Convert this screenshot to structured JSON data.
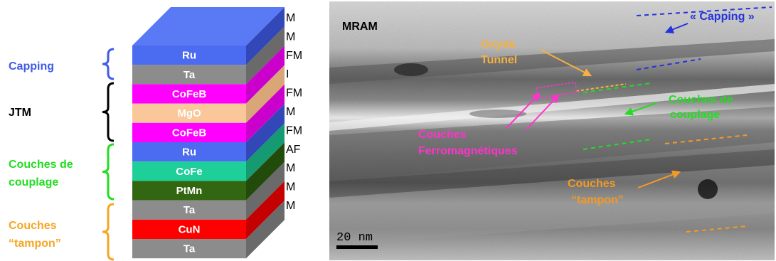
{
  "left_diagram": {
    "group_labels": [
      {
        "lines": [
          "Capping"
        ],
        "color": "#3f5be6"
      },
      {
        "lines": [
          "JTM"
        ],
        "color": "#000000"
      },
      {
        "lines": [
          "Couches de",
          "couplage"
        ],
        "color": "#22dd22"
      },
      {
        "lines": [
          "Couches",
          "“tampon”"
        ],
        "color": "#f5a623"
      }
    ],
    "layers": [
      {
        "label": "Ru",
        "front": "#4b6bf0",
        "side": "#3348b8",
        "magnetism": "M"
      },
      {
        "label": "Ta",
        "front": "#8c8c8c",
        "side": "#6a6a6a",
        "magnetism": "M"
      },
      {
        "label": "CoFeB",
        "front": "#ff00ff",
        "side": "#cc00cc",
        "magnetism": "FM"
      },
      {
        "label": "MgO",
        "front": "#f9c79a",
        "side": "#d9a678",
        "magnetism": "I"
      },
      {
        "label": "CoFeB",
        "front": "#ff00ff",
        "side": "#cc00cc",
        "magnetism": "FM"
      },
      {
        "label": "Ru",
        "front": "#4b6bf0",
        "side": "#3348b8",
        "magnetism": "M"
      },
      {
        "label": "CoFe",
        "front": "#1ecf9a",
        "side": "#159a72",
        "magnetism": "FM"
      },
      {
        "label": "PtMn",
        "front": "#336611",
        "side": "#224a0b",
        "magnetism": "AF"
      },
      {
        "label": "Ta",
        "front": "#8c8c8c",
        "side": "#6a6a6a",
        "magnetism": "M"
      },
      {
        "label": "CuN",
        "front": "#ff0000",
        "side": "#c40000",
        "magnetism": "M"
      },
      {
        "label": "Ta",
        "front": "#8c8c8c",
        "side": "#6a6a6a",
        "magnetism": "M"
      }
    ],
    "top_color": "#5a7af5"
  },
  "tem_image": {
    "title": "MRAM",
    "scale_bar": "20 nm",
    "annotations": {
      "capping": "« Capping »",
      "oxyde": [
        "Oxyde",
        "Tunnel"
      ],
      "couplage": [
        "Couches de",
        "couplage"
      ],
      "ferro": [
        "Couches",
        "Ferromagnétiques"
      ],
      "tampon": [
        "Couches",
        "“tampon”"
      ]
    },
    "colors": {
      "capping": "#2233dd",
      "oxyde": "#f5b041",
      "couplage": "#22dd22",
      "ferro": "#ff33cc",
      "tampon": "#f59a23"
    }
  }
}
